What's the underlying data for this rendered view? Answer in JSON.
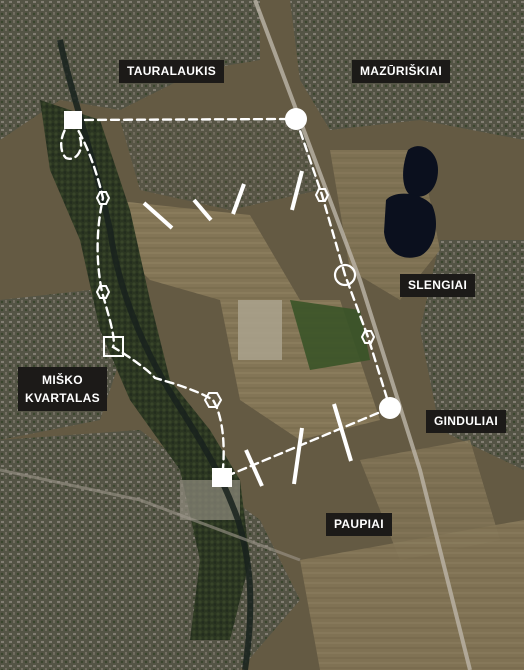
{
  "map": {
    "labels": {
      "tauralaukis": "TAURALAUKIS",
      "mazuriskiai": "MAZŪRIŠKIAI",
      "slengiai": "SLENGIAI",
      "misko_line1": "MIŠKO",
      "misko_line2": "KVARTALAS",
      "ginduliai": "GINDULIAI",
      "paupiai": "PAUPIAI"
    },
    "colors": {
      "route": "#ffffff",
      "label_background": "#1c1a18",
      "label_text": "#ffffff",
      "lakes": "#0c1220",
      "river": "#1a2420",
      "terrain": "#6b6048"
    },
    "marker_types": [
      "square-marker",
      "circle-marker",
      "hexagon-marker",
      "open-square-marker",
      "open-circle-marker",
      "bar-marker"
    ]
  }
}
